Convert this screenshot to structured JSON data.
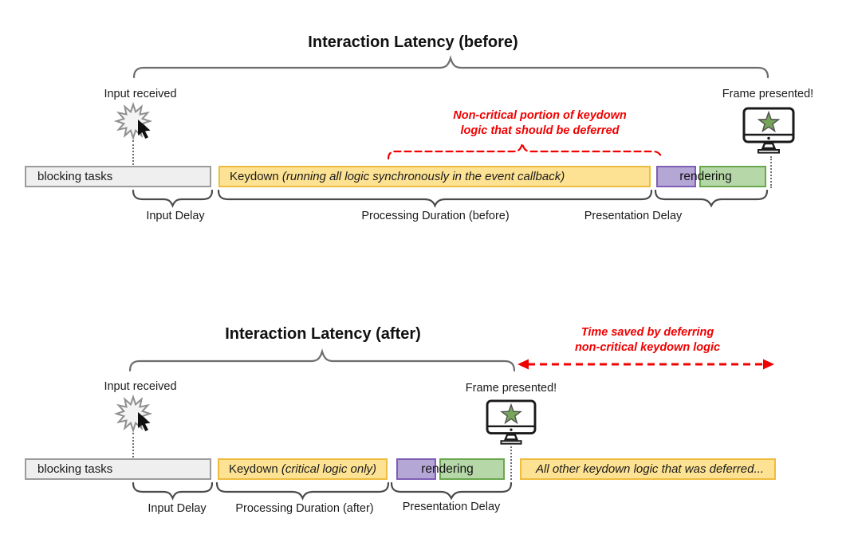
{
  "colors": {
    "bar_yellow_fill": "#fde293",
    "bar_yellow_border": "#eebc3f",
    "bar_purple_fill": "#b4a7d6",
    "bar_purple_border": "#7e5fb5",
    "bar_green_fill": "#b6d7a8",
    "bar_green_border": "#6aa84f",
    "bar_gray_fill": "#efefef",
    "bar_gray_border": "#9c9c9c",
    "annotation_red": "#f10000",
    "brace_gray": "#6e6e6e",
    "star_green": "#76a559"
  },
  "before": {
    "title": "Interaction Latency (before)",
    "input_received": "Input received",
    "frame_presented": "Frame presented!",
    "deferred_note_line1": "Non-critical portion of keydown",
    "deferred_note_line2": "logic that should be deferred",
    "bars": {
      "blocking": "blocking tasks",
      "keydown_prefix": "Keydown ",
      "keydown_italic": "(running all logic synchronously in the event callback)",
      "rendering": "rendering"
    },
    "labels": {
      "input_delay": "Input Delay",
      "processing": "Processing Duration (before)",
      "presentation": "Presentation Delay"
    }
  },
  "after": {
    "title": "Interaction Latency (after)",
    "time_saved_line1": "Time saved by deferring",
    "time_saved_line2": "non-critical keydown logic",
    "input_received": "Input received",
    "frame_presented": "Frame presented!",
    "bars": {
      "blocking": "blocking tasks",
      "keydown_prefix": "Keydown ",
      "keydown_italic": "(critical logic only)",
      "rendering": "rendering",
      "deferred": "All other keydown logic that was deferred..."
    },
    "labels": {
      "input_delay": "Input Delay",
      "processing": "Processing Duration (after)",
      "presentation": "Presentation Delay"
    }
  }
}
